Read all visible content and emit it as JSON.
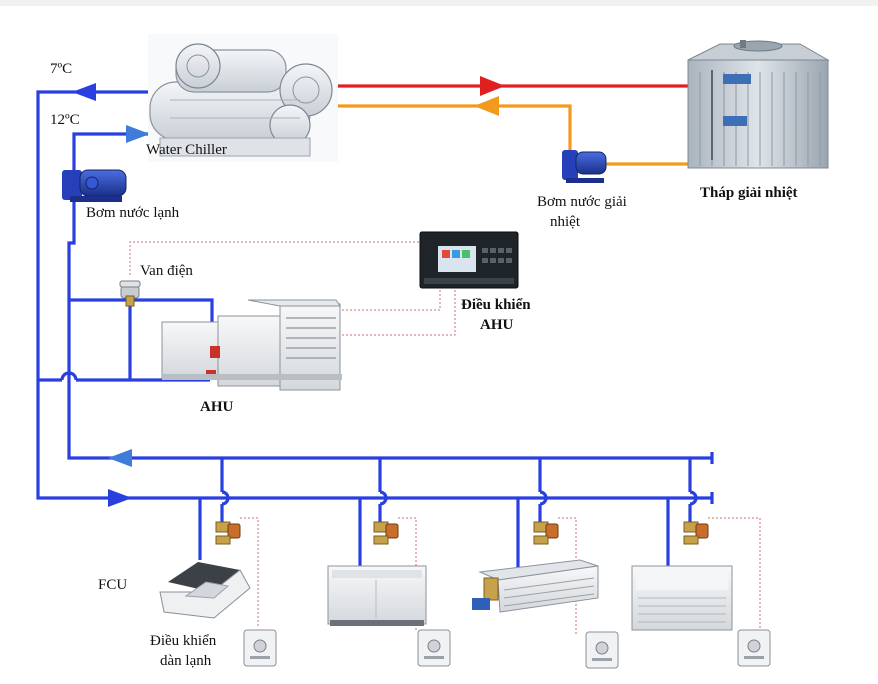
{
  "labels": {
    "temp_supply": "7ºC",
    "temp_return": "12ºC",
    "water_chiller": "Water Chiller",
    "chilled_pump": "Bơm nước lạnh",
    "condenser_pump_line1": "Bơm nước giải",
    "condenser_pump_line2": "nhiệt",
    "cooling_tower": "Tháp giải nhiệt",
    "electric_valve": "Van điện",
    "ahu_controller_line1": "Điều khiển",
    "ahu_controller_line2": "AHU",
    "ahu": "AHU",
    "fcu": "FCU",
    "fcu_controller_line1": "Điều khiển",
    "fcu_controller_line2": "dàn lạnh"
  },
  "colors": {
    "chilled_water": "#2a3fe0",
    "return_arrow": "#3f7bd9",
    "hot_water": "#e02020",
    "condenser_return": "#f29a1e",
    "control_wire": "#d06a7a"
  },
  "icons": {
    "chiller": "water-chiller-icon",
    "cooling_tower": "cooling-tower-icon",
    "pump": "pump-icon",
    "valve": "valve-icon",
    "controller": "controller-icon",
    "ahu": "ahu-unit-icon",
    "thermostat": "thermostat-icon"
  }
}
